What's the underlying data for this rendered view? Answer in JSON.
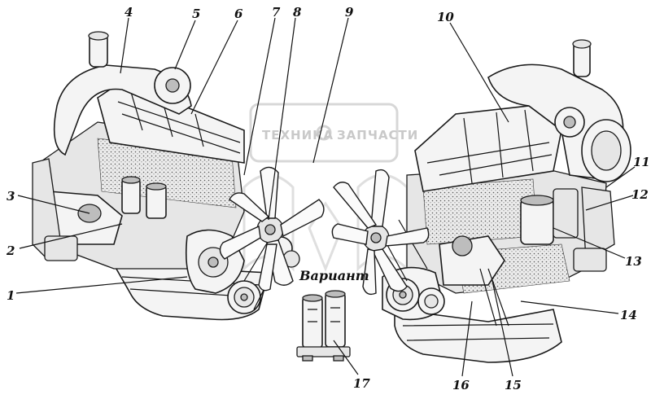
{
  "callouts": [
    {
      "id": "1",
      "label": "1"
    },
    {
      "id": "2",
      "label": "2"
    },
    {
      "id": "3",
      "label": "3"
    },
    {
      "id": "4",
      "label": "4"
    },
    {
      "id": "5",
      "label": "5"
    },
    {
      "id": "6",
      "label": "6"
    },
    {
      "id": "7",
      "label": "7"
    },
    {
      "id": "8",
      "label": "8"
    },
    {
      "id": "9",
      "label": "9"
    },
    {
      "id": "10",
      "label": "10"
    },
    {
      "id": "11",
      "label": "11"
    },
    {
      "id": "12",
      "label": "12"
    },
    {
      "id": "13",
      "label": "13"
    },
    {
      "id": "14",
      "label": "14"
    },
    {
      "id": "15",
      "label": "15"
    },
    {
      "id": "16",
      "label": "16"
    },
    {
      "id": "17",
      "label": "17"
    }
  ],
  "variant_label": "Вариант",
  "watermark": {
    "left": "ТЕХНИКА",
    "right": "ЗАПЧАСТИ",
    "color": "#c9c9c9"
  }
}
